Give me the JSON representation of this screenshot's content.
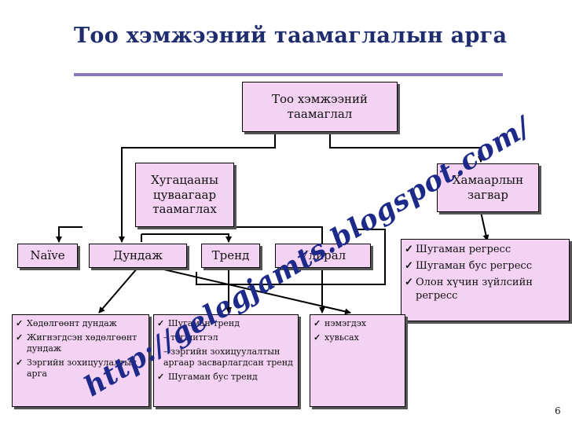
{
  "title": "Тоо хэмжээний таамаглалын арга",
  "nodes": {
    "root": [
      "Тоо хэмжээний",
      "таамаглал"
    ],
    "time_series": [
      "Хугацааны",
      "цуваагаар",
      "таамаглах"
    ],
    "causal": [
      "Хамаарлын",
      "загвар"
    ],
    "naive": "Naïve",
    "average": "Дундаж",
    "trend": "Тренд",
    "seasonal": "Улирал"
  },
  "causal_list": [
    "Шугаман регресс",
    "Шугаман бус регресс",
    "Олон хүчин зүйлсийн регресс"
  ],
  "average_list": [
    "Хөдөлгөөнт дундаж",
    "Жигнэгдсэн хөдөлгөөнт дундаж",
    "Зэргийн зохицуулалтын арга"
  ],
  "trend_list": [
    {
      "text": "Шугаман тренд",
      "check": true
    },
    {
      "text": "– тэгшитгэл",
      "check": false
    },
    {
      "text": "– зэргийн зохицуулалтын аргаар засварлагдсан тренд",
      "check": false
    },
    {
      "text": "Шугаман бус тренд",
      "check": true
    }
  ],
  "seasonal_list": [
    "нэмэгдэх",
    "хувьсах"
  ],
  "watermark": "http://gelegjamts.blogspot.com/",
  "page_number": "6",
  "colors": {
    "box_fill": "#f3d2f3",
    "title": "#1f2c6e",
    "watermark": "#1d2a8a",
    "rule": "#8877bb"
  }
}
